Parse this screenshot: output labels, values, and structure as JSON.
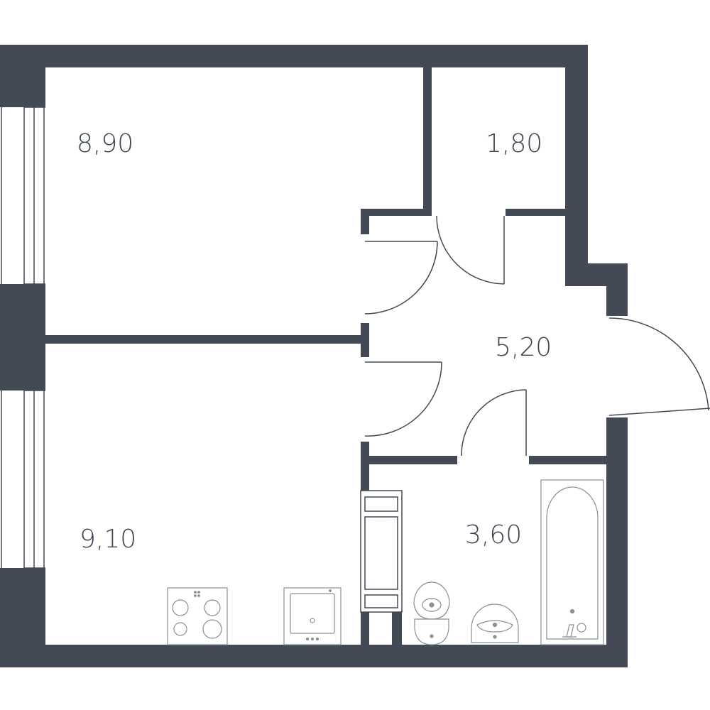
{
  "colors": {
    "wall": "#434955",
    "fixture": "#8a8f98",
    "background": "#ffffff"
  },
  "rooms": [
    {
      "id": "room-bedroom",
      "area": "8,90"
    },
    {
      "id": "room-storage",
      "area": "1,80"
    },
    {
      "id": "room-hall",
      "area": "5,20"
    },
    {
      "id": "room-kitchen",
      "area": "9,10"
    },
    {
      "id": "room-bathroom",
      "area": "3,60"
    }
  ],
  "fixtures": [
    "cooktop-icon",
    "sink-icon",
    "washing-machine-icon",
    "toilet-icon",
    "washbasin-icon",
    "bathtub-icon"
  ]
}
